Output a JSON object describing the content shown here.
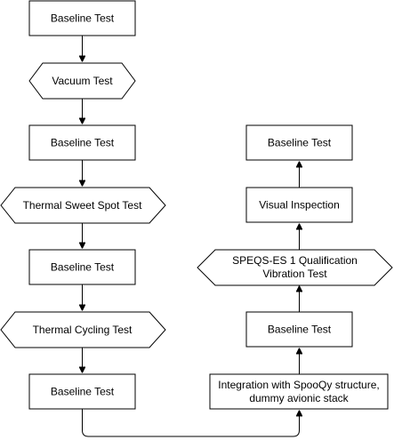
{
  "diagram": {
    "nodes": {
      "baseline_1": "Baseline Test",
      "vacuum": "Vacuum Test",
      "baseline_2": "Baseline Test",
      "thermal_sweet": "Thermal Sweet Spot Test",
      "baseline_3": "Baseline Test",
      "thermal_cycling": "Thermal Cycling Test",
      "baseline_4": "Baseline Test",
      "integration_line1": "Integration with SpooQy structure,",
      "integration_line2": "dummy avionic stack",
      "baseline_5": "Baseline Test",
      "vibration_line1": "SPEQS-ES 1 Qualification",
      "vibration_line2": "Vibration Test",
      "visual": "Visual Inspection",
      "baseline_6": "Baseline Test"
    }
  }
}
